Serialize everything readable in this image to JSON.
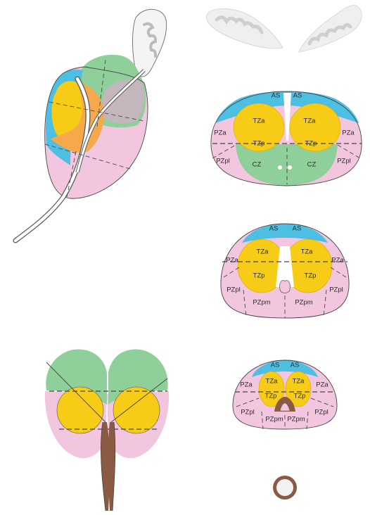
{
  "colors": {
    "anterior_stroma": "#4dbfe3",
    "transition_zone": "#f6cc16",
    "central_zone": "#8fcf9a",
    "peripheral_zone": "#f3c6df",
    "orange_overlap": "#f6a94a",
    "grey_overlap": "#c4b6bd",
    "ejaculatory_duct": "#8b5a42",
    "seminal_vesicle": "#eeeeee"
  },
  "section_top": {
    "as_left": "AS",
    "as_right": "AS",
    "tza_left": "TZa",
    "tza_right": "TZa",
    "tzp_left": "TZp",
    "tzp_right": "TZp",
    "pza_left": "PZa",
    "pza_right": "PZa",
    "pzpl_left": "PZpl",
    "pzpl_right": "PZpl",
    "cz_left": "CZ",
    "cz_right": "CZ"
  },
  "section_mid": {
    "as_left": "AS",
    "as_right": "AS",
    "tza_left": "TZa",
    "tza_right": "TZa",
    "tzp_left": "TZp",
    "tzp_right": "TZp",
    "pza_left": "PZa",
    "pza_right": "PZa",
    "pzpl_left": "PZpl",
    "pzpl_right": "PZpl",
    "pzpm_left": "PZpm",
    "pzpm_right": "PZpm"
  },
  "section_low": {
    "as_left": "AS",
    "as_right": "AS",
    "tza_left": "TZa",
    "tza_right": "TZa",
    "tzp_left": "TZp",
    "tzp_right": "TZp",
    "pza_left": "PZa",
    "pza_right": "PZa",
    "pzpl_left": "PZpl",
    "pzpl_right": "PZpl",
    "pzpm_left": "PZpm",
    "pzpm_right": "PZpm"
  }
}
